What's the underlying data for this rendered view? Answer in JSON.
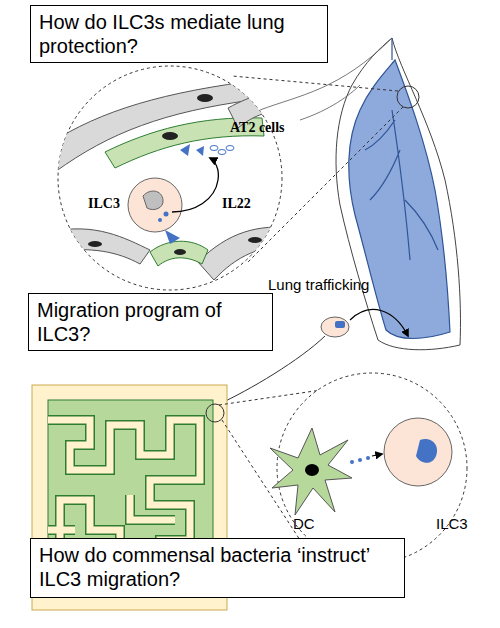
{
  "diagram": {
    "nodes": [
      {
        "text": [
          "How do ILC3s mediate lung protection?"
        ]
      },
      {
        "text": [
          "Migration program of ILC3?"
        ]
      },
      {
        "text": [
          "How do commensal bacteria ‘instruct’ ILC3 migration?"
        ]
      }
    ],
    "labels": [
      "AT2 cells",
      "ILC3",
      "IL22",
      "Lung trafficking",
      "DC",
      "ILC3"
    ]
  }
}
